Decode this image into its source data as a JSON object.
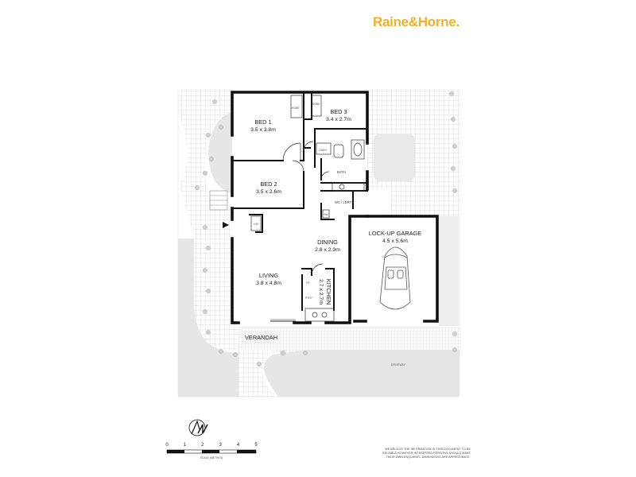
{
  "brand": {
    "logo_text": "Raine&Horne.",
    "color": "#f2b022"
  },
  "rooms": {
    "bed1": {
      "name": "BED 1",
      "dims": "3.5 x 3.8m"
    },
    "bed2": {
      "name": "BED 2",
      "dims": "3.5 x 2.6m"
    },
    "bed3": {
      "name": "BED 3",
      "dims": "3.4 x 2.7m"
    },
    "dining": {
      "name": "DINING",
      "dims": "2.8 x 2.9m"
    },
    "living": {
      "name": "LIVING",
      "dims": "3.8 x 4.8m"
    },
    "kitchen": {
      "name": "KITCHEN",
      "dims": "2.7 x 2.7m"
    },
    "garage": {
      "name": "LOCK-UP GARAGE",
      "dims": "4.5 x 5.6m"
    }
  },
  "labels": {
    "verandah": "VERANDAH",
    "driveway": "DRIVEWAY",
    "bath": "BATH",
    "wc_lndry": "WC / LDRY",
    "robe1": "ROBE",
    "robe2": "ROBE",
    "linen": "LINEN",
    "pantry": "PTRY",
    "cupboard": "C/B",
    "fridge": "FR",
    "hwu": "HW"
  },
  "scale": {
    "ticks": [
      "0",
      "1",
      "2",
      "3",
      "4",
      "5"
    ],
    "label": "SCALE (METRES)"
  },
  "disclaimer": [
    "WE BELIEVE THE INFORMATION IN THIS DOCUMENT TO BE",
    "RELIABLE HOWEVER INTERESTED PERSONS SHOULD MAKE",
    "THEIR OWN ENQUIRIES. DIMENSIONS ARE APPROXIMATE."
  ]
}
